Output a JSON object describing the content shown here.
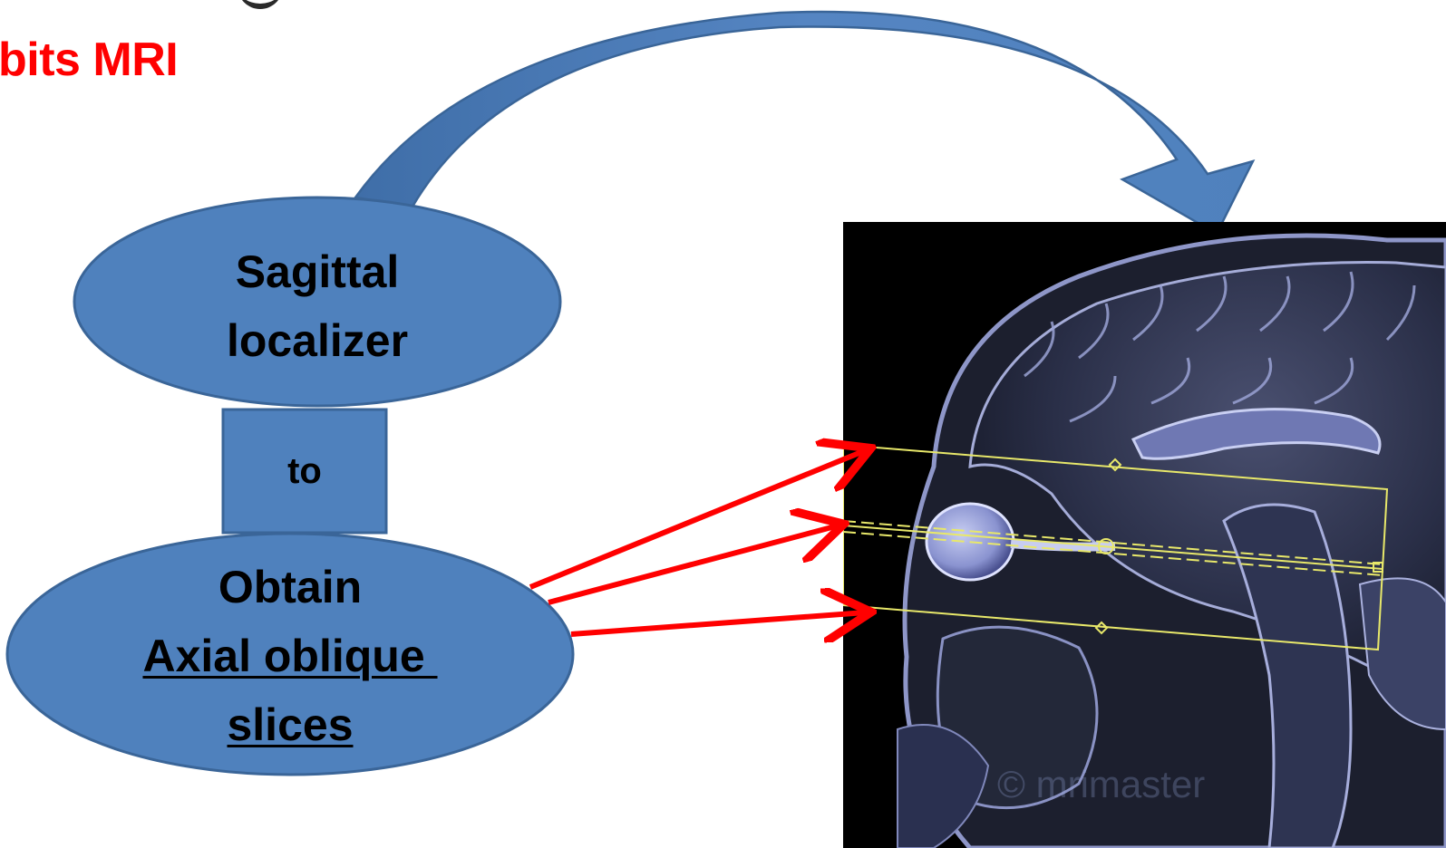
{
  "slide": {
    "title": "bits MRI"
  },
  "nodes": {
    "localizer": {
      "line1": "Sagittal",
      "line2": "localizer"
    },
    "connector": {
      "label": "to"
    },
    "axial": {
      "line1": "Obtain",
      "line2": "Axial oblique ",
      "line3": "slices"
    }
  },
  "image": {
    "watermark": "© mrimaster"
  },
  "colors": {
    "shape_fill": "#4f81bd",
    "shape_stroke": "#3a6598",
    "title": "#ff0000",
    "pointer_arrow": "#ff0000",
    "slice_lines": "#e8e86a"
  }
}
